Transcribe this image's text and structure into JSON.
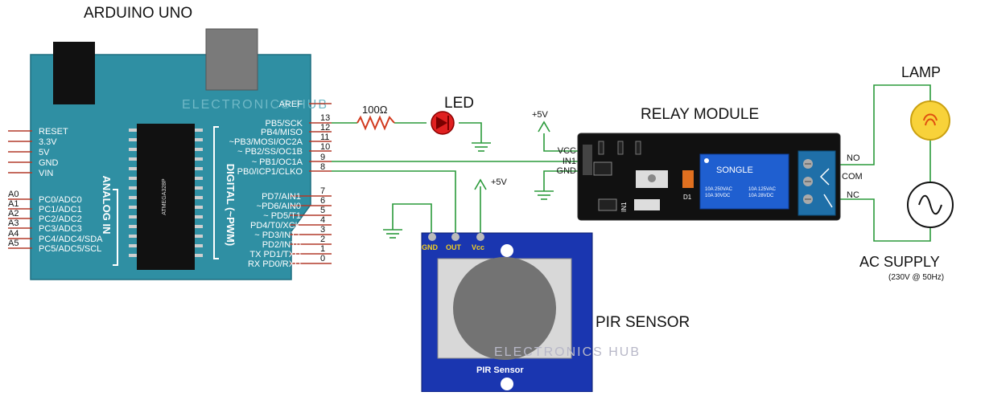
{
  "titles": {
    "arduino": "ARDUINO UNO",
    "led": "LED",
    "relay": "RELAY MODULE",
    "lamp": "LAMP",
    "ac_supply": "AC SUPPLY",
    "ac_supply_spec": "(230V @ 50Hz)",
    "pir": "PIR SENSOR"
  },
  "resistor_label": "100Ω",
  "supply_labels": {
    "relay_vcc": "+5V",
    "pir_vcc": "+5V"
  },
  "arduino": {
    "chip_label": "ATMEGA328P",
    "analog_label": "ANALOG IN",
    "digital_label": "DIGITAL (~PWM)",
    "watermark": "ELECTRONICS HUB",
    "left_pins": [
      "RESET",
      "3.3V",
      "5V",
      "GND",
      "VIN"
    ],
    "analog_nums": [
      "A0",
      "A1",
      "A2",
      "A3",
      "A4",
      "A5"
    ],
    "analog_pins": [
      "PC0/ADC0",
      "PC1/ADC1",
      "PC2/ADC2",
      "PC3/ADC3",
      "PC4/ADC4/SDA",
      "PC5/ADC5/SCL"
    ],
    "aref": "AREF",
    "top_pins": [
      {
        "label": "PB5/SCK",
        "num": "13"
      },
      {
        "label": "PB4/MISO",
        "num": "12"
      },
      {
        "label": "~PB3/MOSI/OC2A",
        "num": "11"
      },
      {
        "label": "~ PB2/SS/OC1B",
        "num": "10"
      },
      {
        "label": "~ PB1/OC1A",
        "num": "9"
      },
      {
        "label": "PB0/ICP1/CLKO",
        "num": "8"
      }
    ],
    "bottom_pins": [
      {
        "label": "PD7/AIN1",
        "num": "7"
      },
      {
        "label": "~PD6/AIN0",
        "num": "6"
      },
      {
        "label": "~ PD5/T1",
        "num": "5"
      },
      {
        "label": "PD4/T0/XCK",
        "num": "4"
      },
      {
        "label": "~ PD3/INT1",
        "num": "3"
      },
      {
        "label": "PD2/INT0",
        "num": "2"
      },
      {
        "label": "TX  PD1/TXD",
        "num": "1"
      },
      {
        "label": "RX  PD0/RXD",
        "num": "0"
      }
    ]
  },
  "relay": {
    "pins": [
      "VCC",
      "IN1",
      "GND"
    ],
    "brand": "SONGLE",
    "rating_left": "10A   250VAC\n10A   30VDC",
    "rating_right": "10A 125VAC\n10A 28VDC",
    "diode": "D1",
    "input_label": "IN1",
    "terminals": [
      "NO",
      "COM",
      "NC"
    ]
  },
  "pir": {
    "pins": [
      "GND",
      "OUT",
      "Vcc"
    ],
    "caption": "PIR Sensor",
    "watermark": "ELECTRONICS HUB"
  },
  "colors": {
    "wire": "#2a9a3a",
    "pin_red": "#b23a2a",
    "board": "#2f8fa3",
    "relay_blue": "#1f5fd0",
    "pir_blue": "#1a36b0",
    "led_red": "#e02020",
    "lamp_yellow": "#f8d23a"
  }
}
